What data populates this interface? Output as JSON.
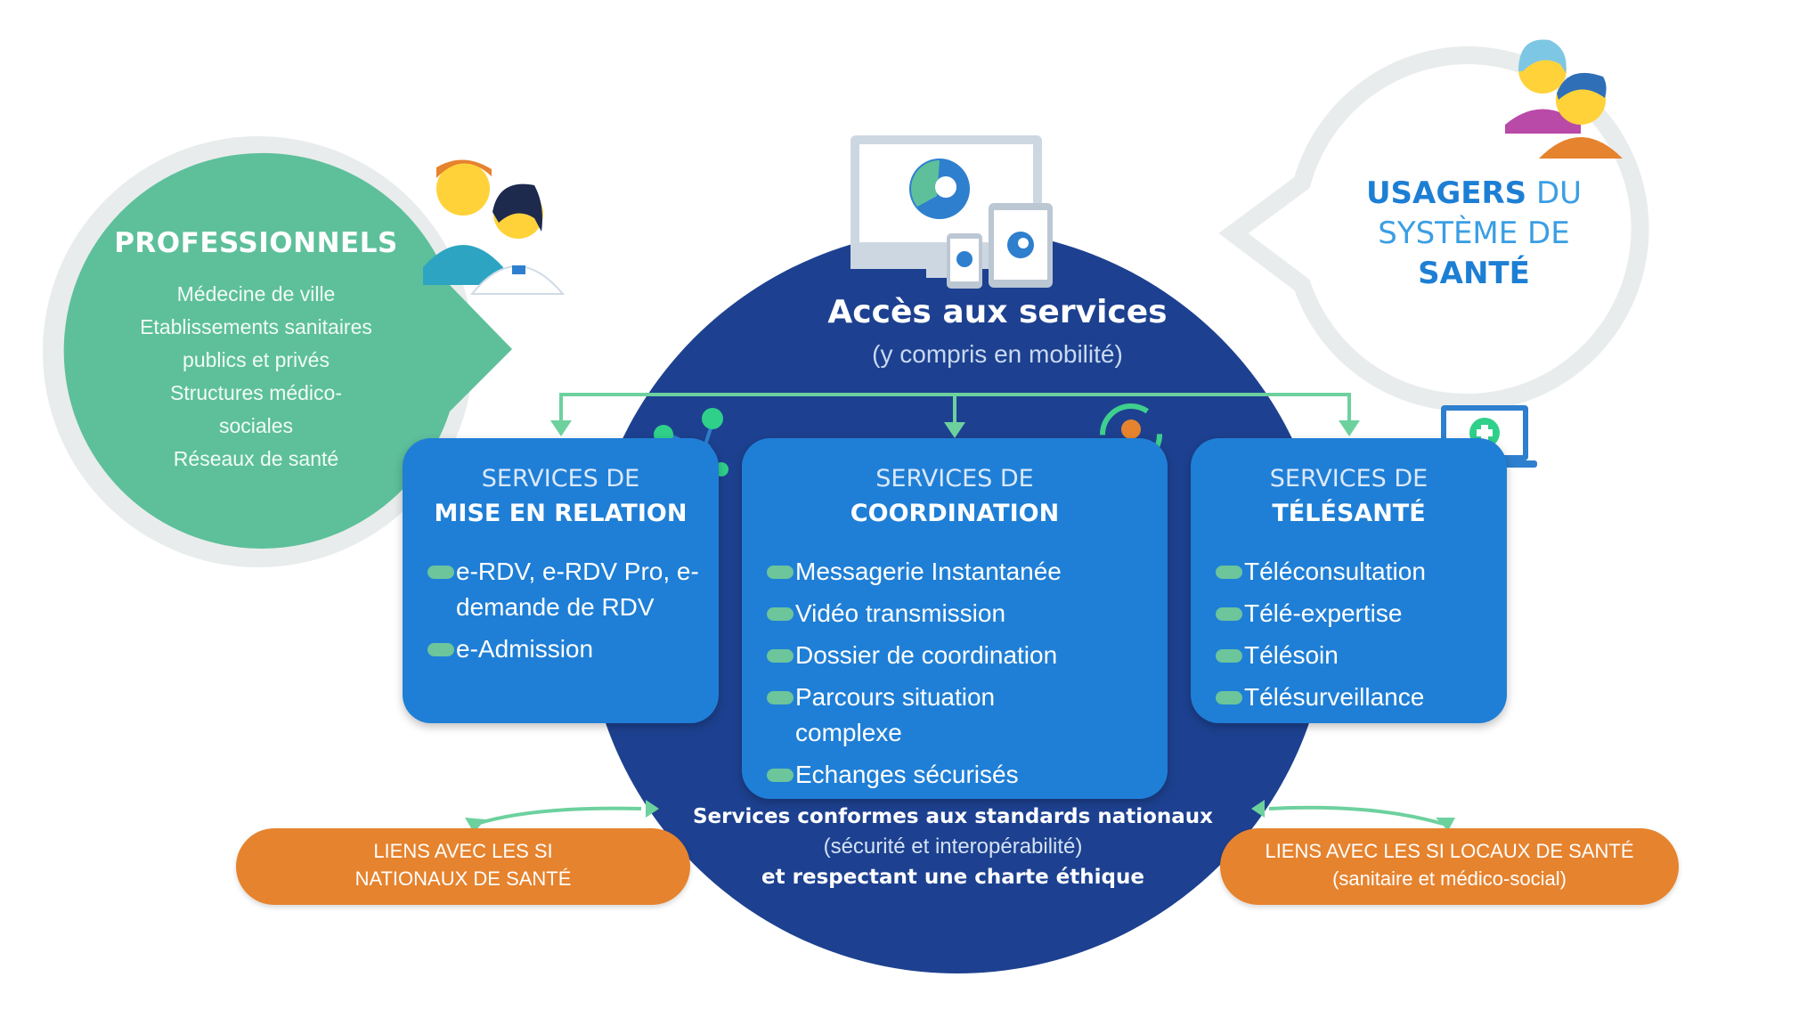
{
  "professionals": {
    "title": "PROFESSIONNELS",
    "items": [
      "Médecine de ville",
      "Etablissements sanitaires publics et privés",
      "Structures médico-sociales",
      "Réseaux de santé"
    ]
  },
  "usagers": {
    "line1_bold": "USAGERS",
    "line1_rest": "DU",
    "line2": "SYSTÈME DE",
    "line3_bold": "SANTÉ"
  },
  "central": {
    "title": "Accès aux services",
    "subtitle": "(y compris en mobilité)"
  },
  "services": [
    {
      "heading_top": "SERVICES DE",
      "heading_bottom": "MISE EN RELATION",
      "items": [
        "e-RDV, e-RDV Pro, e-demande de RDV",
        "e-Admission"
      ]
    },
    {
      "heading_top": "SERVICES DE",
      "heading_bottom": "COORDINATION",
      "items": [
        "Messagerie Instantanée",
        "Vidéo transmission",
        "Dossier de coordination",
        "Parcours situation complexe",
        "Echanges sécurisés"
      ]
    },
    {
      "heading_top": "SERVICES DE",
      "heading_bottom": "TÉLÉSANTÉ",
      "items": [
        "Téléconsultation",
        "Télé-expertise",
        "Télésoin",
        "Télésurveillance"
      ]
    }
  ],
  "bottom": {
    "line1": "Services conformes aux standards nationaux",
    "line2": "(sécurité et interopérabilité)",
    "line3": "et respectant une charte éthique"
  },
  "links": {
    "national_line1": "LIENS AVEC LES SI",
    "national_line2": "NATIONAUX DE SANTÉ",
    "local_line1": "LIENS AVEC LES SI LOCAUX DE SANTÉ",
    "local_line2": "(sanitaire et médico-social)"
  },
  "colors": {
    "navy": "#1d4190",
    "box_blue": "#1f7fd6",
    "green": "#5dc09b",
    "arrow_green": "#6dd19e",
    "orange": "#e6832e",
    "light_blue_text": "#3a9ee4"
  }
}
